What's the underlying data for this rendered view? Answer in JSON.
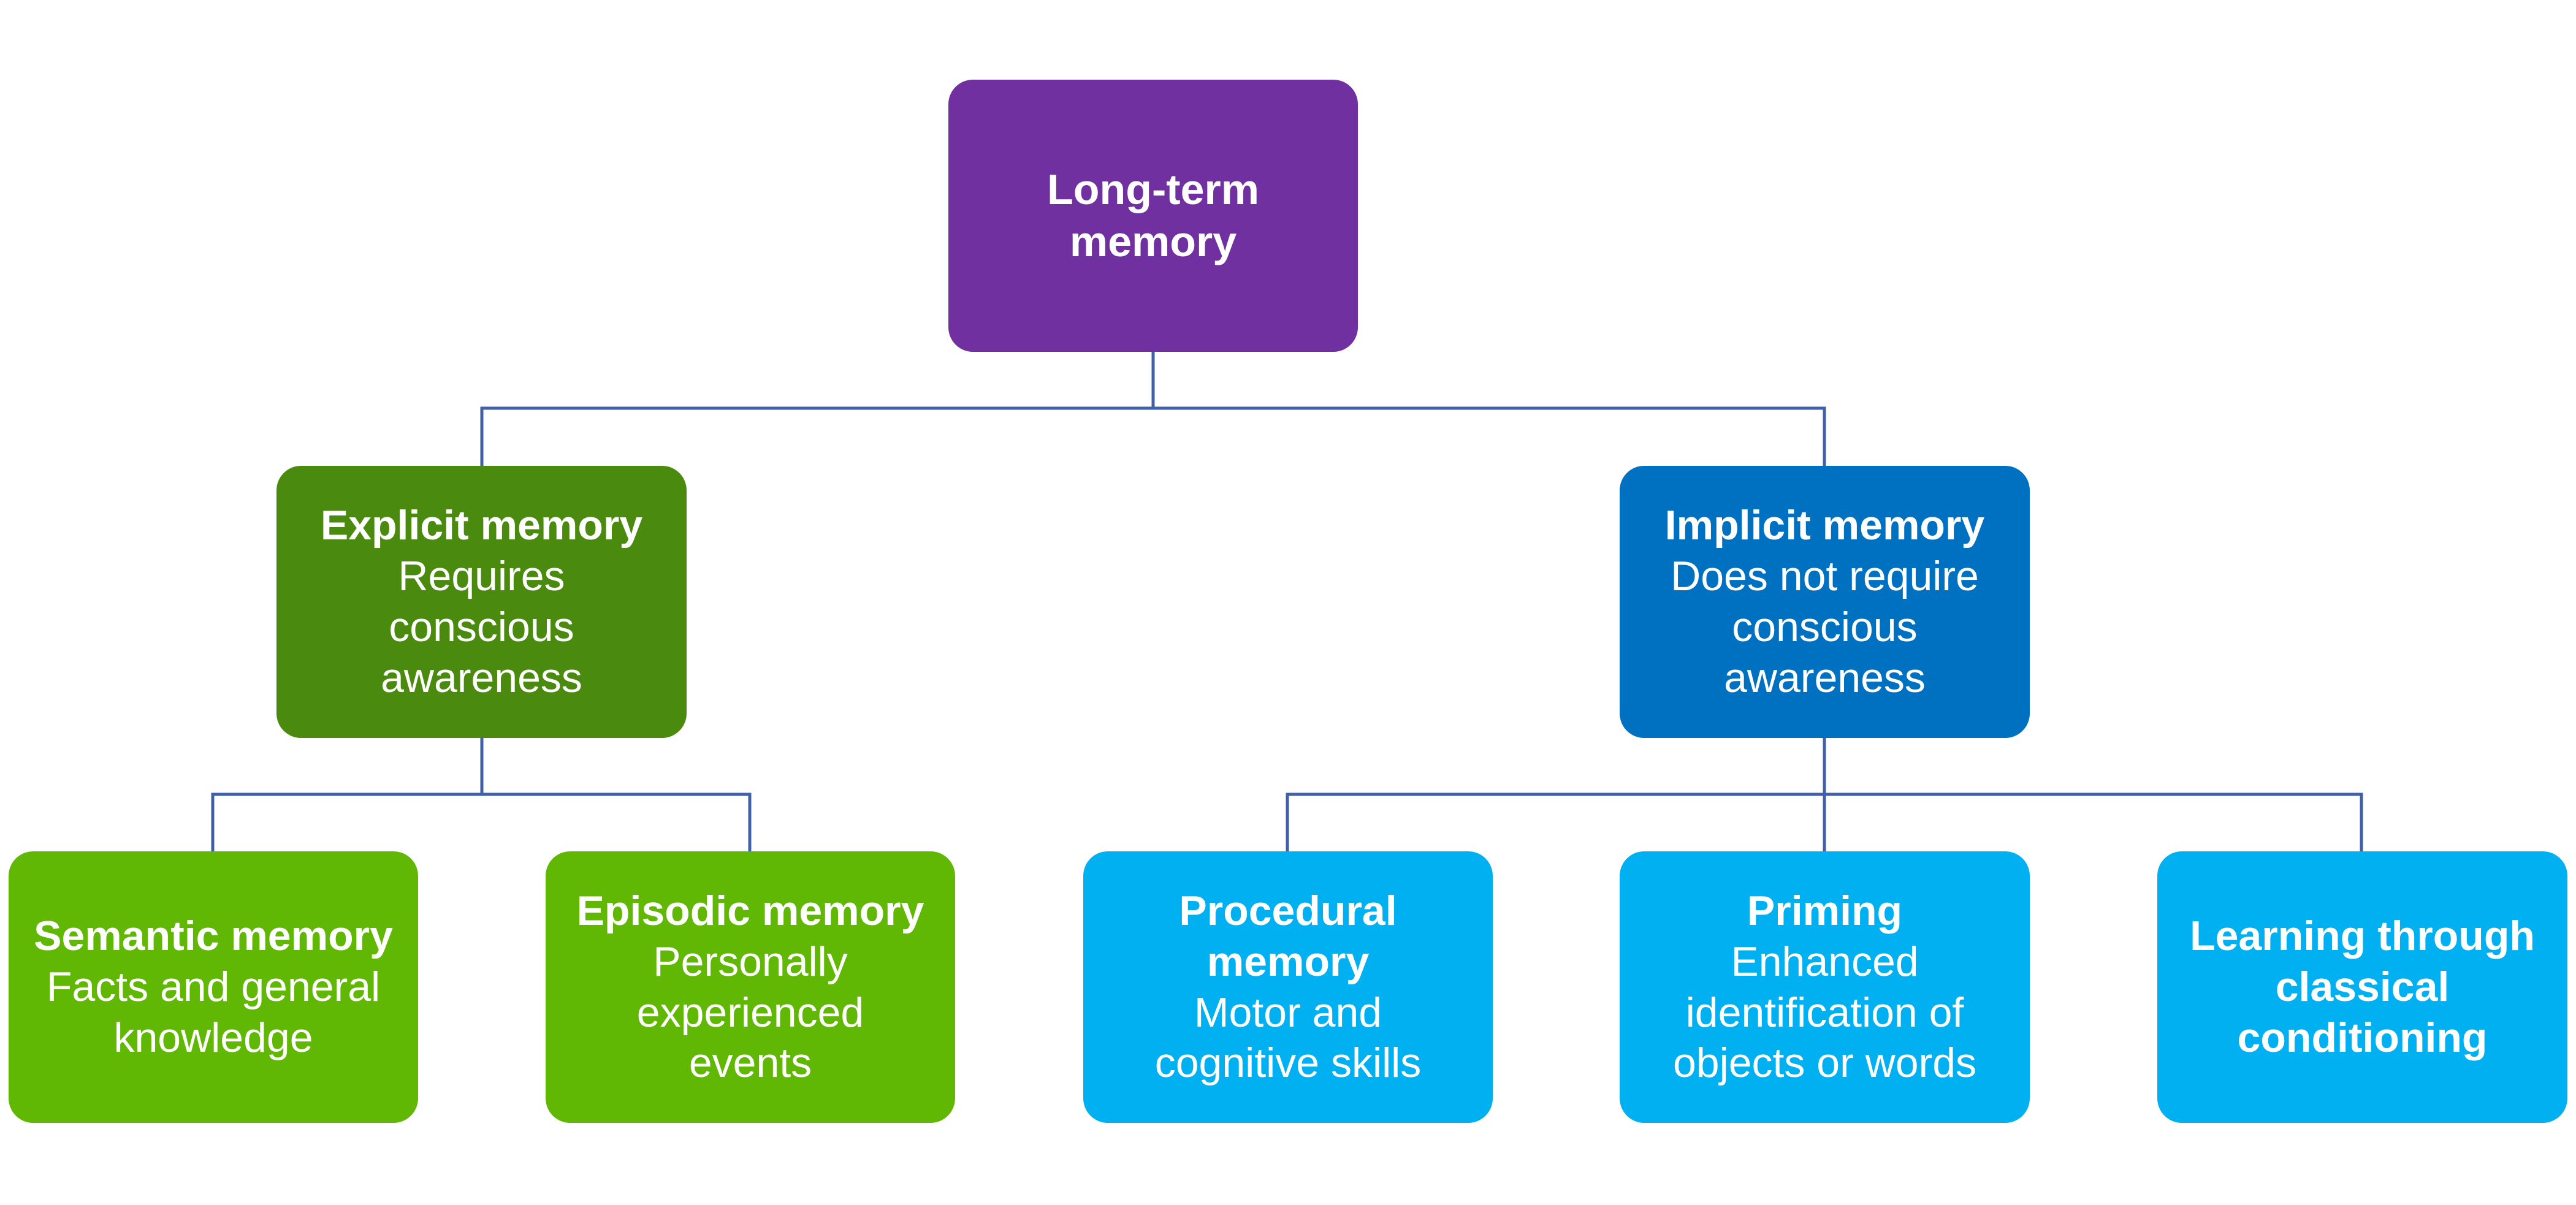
{
  "diagram": {
    "type": "hierarchy",
    "connector_color": "#4060A8",
    "nodes": {
      "root": {
        "title": "Long-term memory",
        "title_lines": [
          "Long-term",
          "memory"
        ],
        "color": "#7030A0"
      },
      "explicit": {
        "title": "Explicit memory",
        "description_lines": [
          "Requires",
          "conscious",
          "awareness"
        ],
        "color": "#4A8B0F",
        "parent": "root"
      },
      "implicit": {
        "title": "Implicit memory",
        "description_lines": [
          "Does not require",
          "conscious",
          "awareness"
        ],
        "color": "#0070C0",
        "parent": "root"
      },
      "semantic": {
        "title": "Semantic memory",
        "description_lines": [
          "Facts and general",
          "knowledge"
        ],
        "color": "#61B804",
        "parent": "explicit"
      },
      "episodic": {
        "title": "Episodic memory",
        "description_lines": [
          "Personally",
          "experienced",
          "events"
        ],
        "color": "#61B804",
        "parent": "explicit"
      },
      "procedural": {
        "title_lines": [
          "Procedural",
          "memory"
        ],
        "description_lines": [
          "Motor and",
          "cognitive skills"
        ],
        "color": "#00B0F0",
        "parent": "implicit"
      },
      "priming": {
        "title": "Priming",
        "description_lines": [
          "Enhanced",
          "identification of",
          "objects or words"
        ],
        "color": "#00B0F0",
        "parent": "implicit"
      },
      "conditioning": {
        "title_lines": [
          "Learning through",
          "classical",
          "conditioning"
        ],
        "color": "#00B0F0",
        "parent": "implicit"
      }
    }
  }
}
